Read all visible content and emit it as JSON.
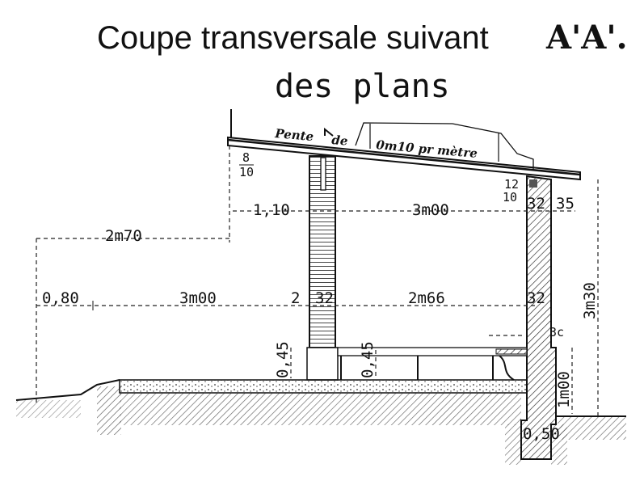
{
  "title": {
    "line1": "Coupe transversale suivant",
    "section": "A'A'.",
    "line2": "des plans"
  },
  "roof": {
    "slope_word1": "Pente",
    "slope_word2": "de",
    "slope_value": "0m10 pr mètre",
    "eave_num": "8",
    "eave_den": "10",
    "beam_num": "12",
    "beam_den": "10"
  },
  "dimensions": {
    "overhang": "1,10",
    "span_upper": "3m00",
    "wall_right_upper": "32",
    "right_ext": "35",
    "left_total": "2m70",
    "left_edge": "0,80",
    "span_lower": "3m00",
    "wall_left_a": "2",
    "wall_left_b": "32",
    "interior": "2m66",
    "wall_right_lower": "32",
    "bench_offset": "3c",
    "plinth_height": "0,45",
    "bench_height": "0,45",
    "wall_base_height": "1m00",
    "total_height": "3m30",
    "footing": "0,50"
  }
}
